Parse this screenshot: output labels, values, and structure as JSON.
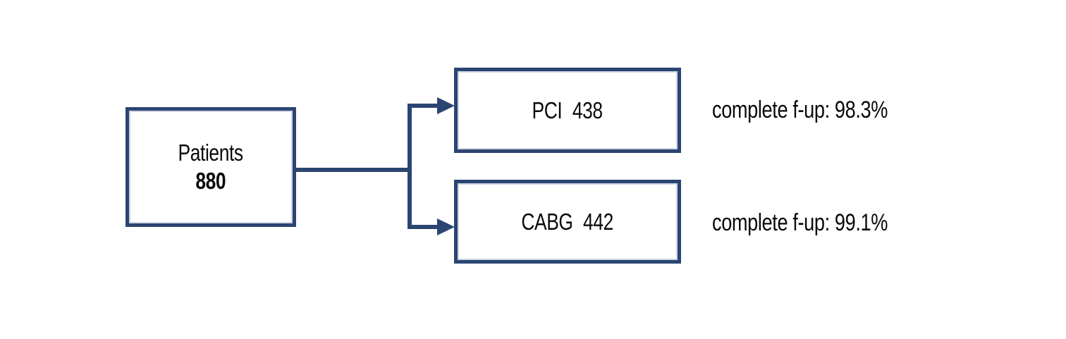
{
  "flowchart": {
    "root_box": {
      "label": "Patients",
      "value": "880"
    },
    "branches": [
      {
        "label": "PCI",
        "value": "438",
        "annotation": "complete f-up: 98.3%"
      },
      {
        "label": "CABG",
        "value": "442",
        "annotation": "complete f-up: 99.1%"
      }
    ],
    "colors": {
      "line_and_border": "#2b4571",
      "border_inner_highlight": "#ccd4e4",
      "text": "#0a0a0a",
      "background": "#ffffff"
    }
  }
}
